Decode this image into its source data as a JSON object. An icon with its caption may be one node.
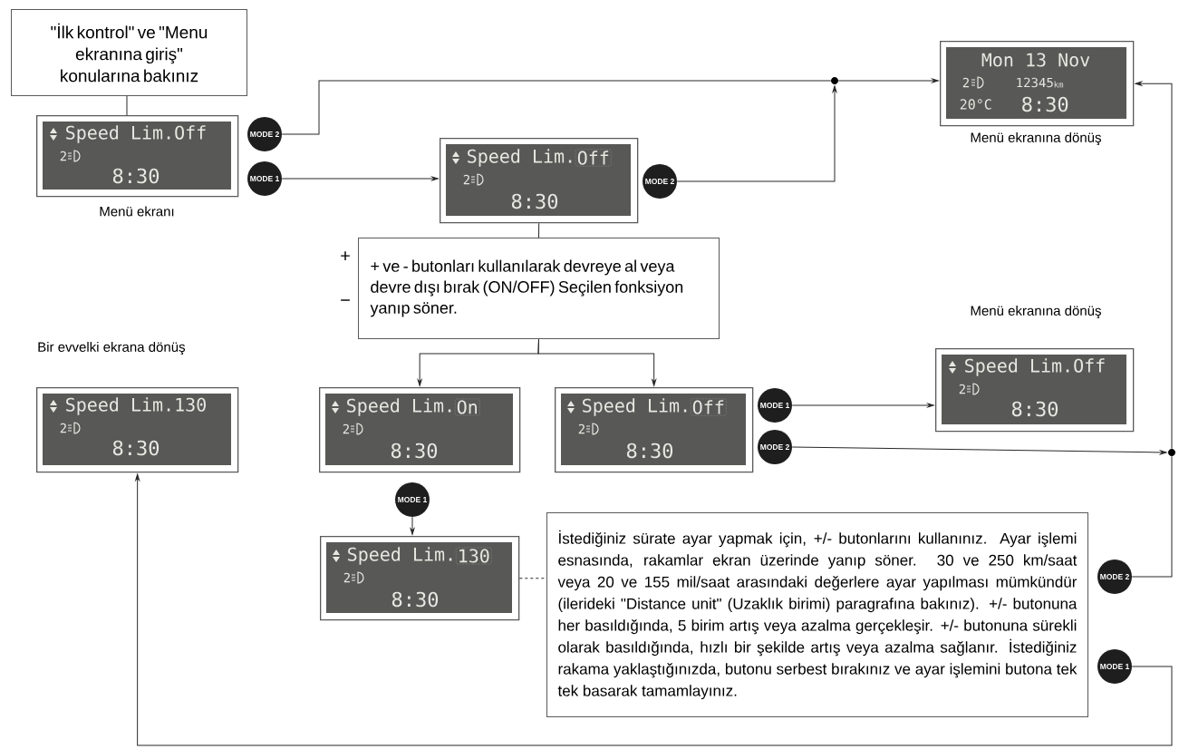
{
  "diagram": {
    "nodes": [
      {
        "text": [
          "\"İlk kontrol\" ve \"Menu ekranına giriş\" konularına bakınız"
        ]
      },
      {
        "text": [
          "Speed Lim.Off",
          "2",
          "8:30"
        ],
        "beside": [
          "Menü ekranı"
        ]
      },
      {
        "text": [
          "MODE 2"
        ]
      },
      {
        "text": [
          "MODE 1"
        ]
      },
      {
        "text": [
          "Speed Lim.",
          "Off",
          "2",
          "8:30"
        ]
      },
      {
        "text": [
          "MODE 2"
        ]
      },
      {
        "text": [],
        "shape": "circle"
      },
      {
        "text": [
          "Mon 13 Nov",
          "2",
          "12345",
          "km",
          "20°C",
          "8:30"
        ],
        "beside": [
          "Menü ekranına dönüş"
        ]
      },
      {
        "text": [
          "+ ve - butonları kullanılarak devreye al veya devre dışı bırak (ON/OFF) Seçilen fonksiyon yanıp söner."
        ],
        "beside": [
          "+",
          "−"
        ]
      },
      {
        "text": [
          "Speed Lim.",
          "On",
          "2",
          "8:30"
        ]
      },
      {
        "text": [
          "Speed Lim.",
          "Off",
          "2",
          "8:30"
        ]
      },
      {
        "text": [
          "MODE 1"
        ]
      },
      {
        "text": [
          "MODE 2"
        ]
      },
      {
        "text": [
          "Speed Lim.Off",
          "2",
          "8:30"
        ],
        "beside": [
          "Menü ekranına dönüş"
        ]
      },
      {
        "text": [],
        "shape": "circle"
      },
      {
        "text": [
          "MODE 1"
        ]
      },
      {
        "text": [
          "Speed Lim.",
          "130",
          "2",
          "8:30"
        ]
      },
      {
        "text": [
          "İstediğiniz sürate ayar yapmak için, +/- butonlarını kullanınız. Ayar işlemi esnasında, rakamlar ekran üzerinde yanıp söner. 30 ve 250 km/saat veya 20 ve 155 mil/saat arasındaki değerlere ayar yapılması mümkündür (ilerideki \"Distance unit\" (Uzaklık birimi) paragrafına bakınız). +/- butonuna her basıldığında, 5 birim artış veya azalma gerçekleşir. +/- butonuna sürekli olarak basıldığında, hızlı bir şekilde artış veya azalma sağlanır. İstediğiniz rakama yaklaştığınızda, butonu serbest bırakınız ve ayar işlemini butona tek tek basarak tamamlayınız."
        ]
      },
      {
        "text": [
          "MODE 2"
        ]
      },
      {
        "text": [
          "MODE 1"
        ]
      },
      {
        "text": [
          "Speed Lim.130",
          "2",
          "8:30"
        ],
        "beside": [
          "Bir evvelki ekrana dönüş"
        ]
      }
    ],
    "edges": [
      {
        "from": 0,
        "to": 1,
        "arrow": "none"
      },
      {
        "from": 2,
        "to": 6,
        "arrow": "none"
      },
      {
        "from": 6,
        "to": 7,
        "arrow": "to"
      },
      {
        "from": 3,
        "to": 4,
        "arrow": "to"
      },
      {
        "from": 5,
        "to": 6,
        "arrow": "to"
      },
      {
        "from": 4,
        "to": 8,
        "arrow": "none"
      },
      {
        "from": 8,
        "to": 9,
        "arrow": "to"
      },
      {
        "from": 8,
        "to": 10,
        "arrow": "to"
      },
      {
        "from": 11,
        "to": 13,
        "arrow": "to"
      },
      {
        "from": 12,
        "to": 14,
        "arrow": "to"
      },
      {
        "from": 14,
        "to": 7,
        "arrow": "to"
      },
      {
        "from": 18,
        "to": 14,
        "arrow": "none"
      },
      {
        "from": 15,
        "to": 16,
        "arrow": "to"
      },
      {
        "from": 16,
        "to": 17,
        "arrow": "none",
        "style": "dashed"
      },
      {
        "from": 19,
        "to": 20,
        "arrow": "to"
      }
    ]
  }
}
